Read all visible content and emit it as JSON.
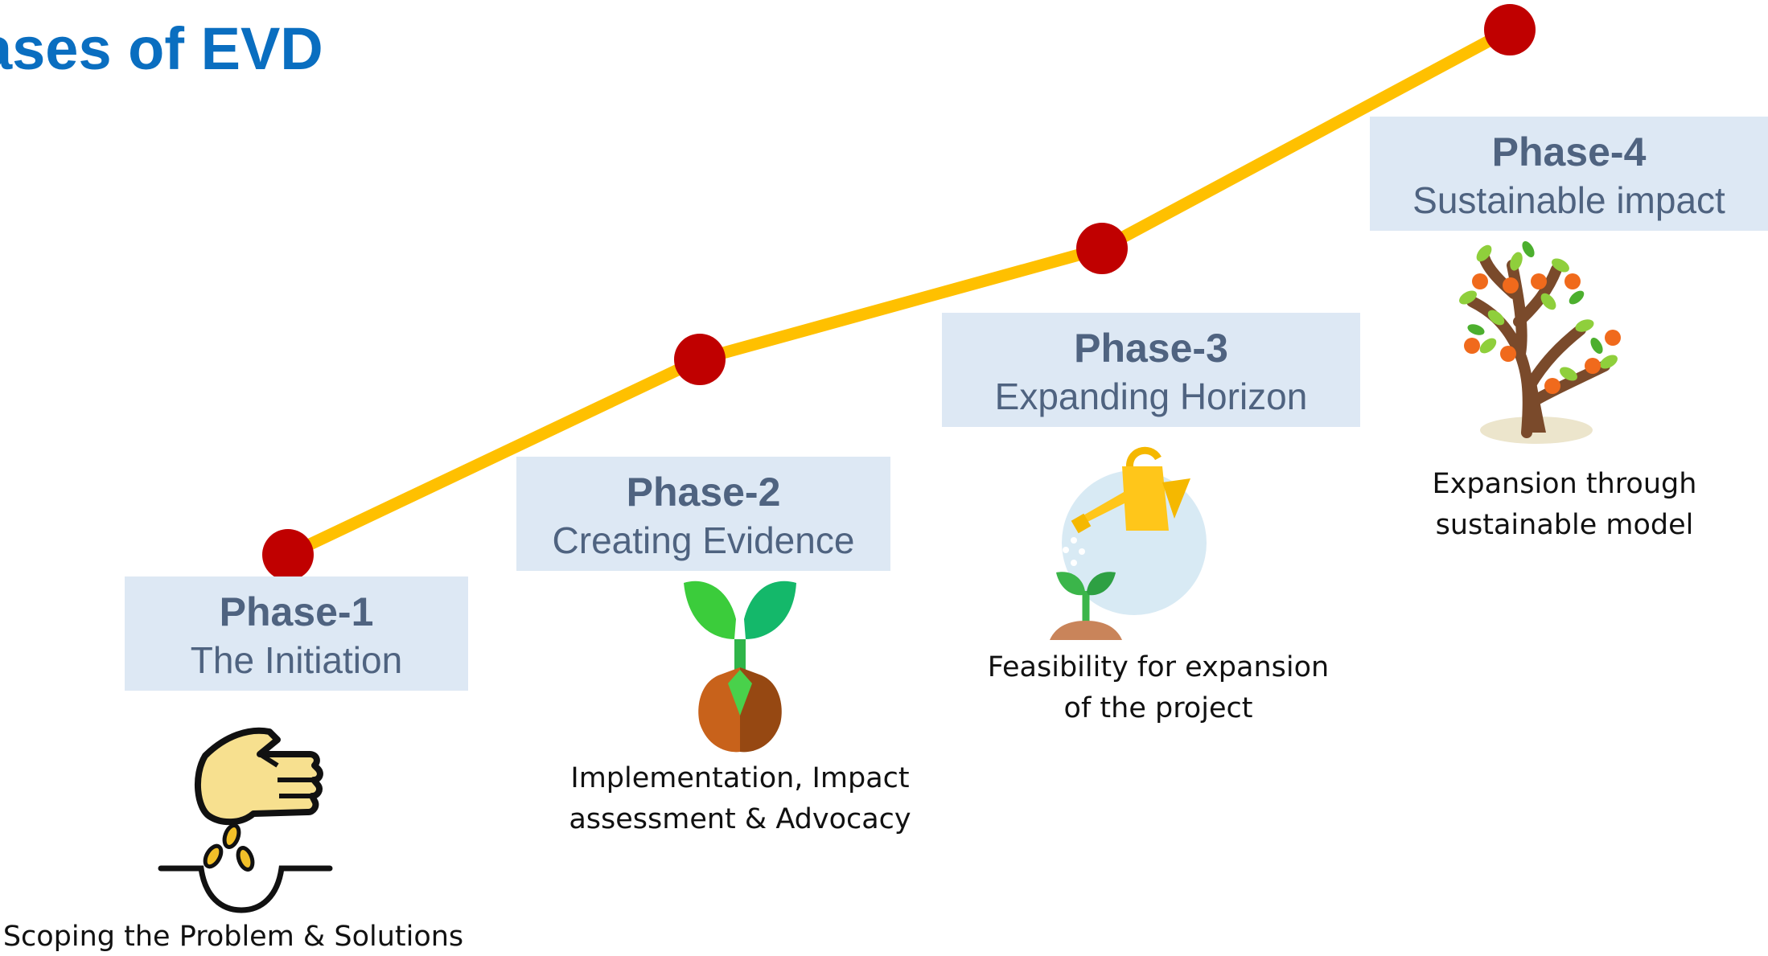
{
  "title": "ases of EVD",
  "colors": {
    "title": "#0a6ec0",
    "line": "#ffc000",
    "marker": "#c00000",
    "box_fill": "#dde8f4",
    "box_text": "#4f6380"
  },
  "phases": [
    {
      "name": "Phase-1",
      "subtitle": "The Initiation",
      "description": "Scoping the Problem & Solutions",
      "icon": "hand-sowing-seeds-icon"
    },
    {
      "name": "Phase-2",
      "subtitle": "Creating Evidence",
      "description": "Implementation, Impact\nassessment & Advocacy",
      "icon": "sprouting-seed-icon"
    },
    {
      "name": "Phase-3",
      "subtitle": "Expanding Horizon",
      "description": "Feasibility for expansion\nof the project",
      "icon": "watering-can-seedling-icon"
    },
    {
      "name": "Phase-4",
      "subtitle": "Sustainable impact",
      "description": "Expansion through\nsustainable model",
      "icon": "fruit-tree-icon"
    }
  ]
}
